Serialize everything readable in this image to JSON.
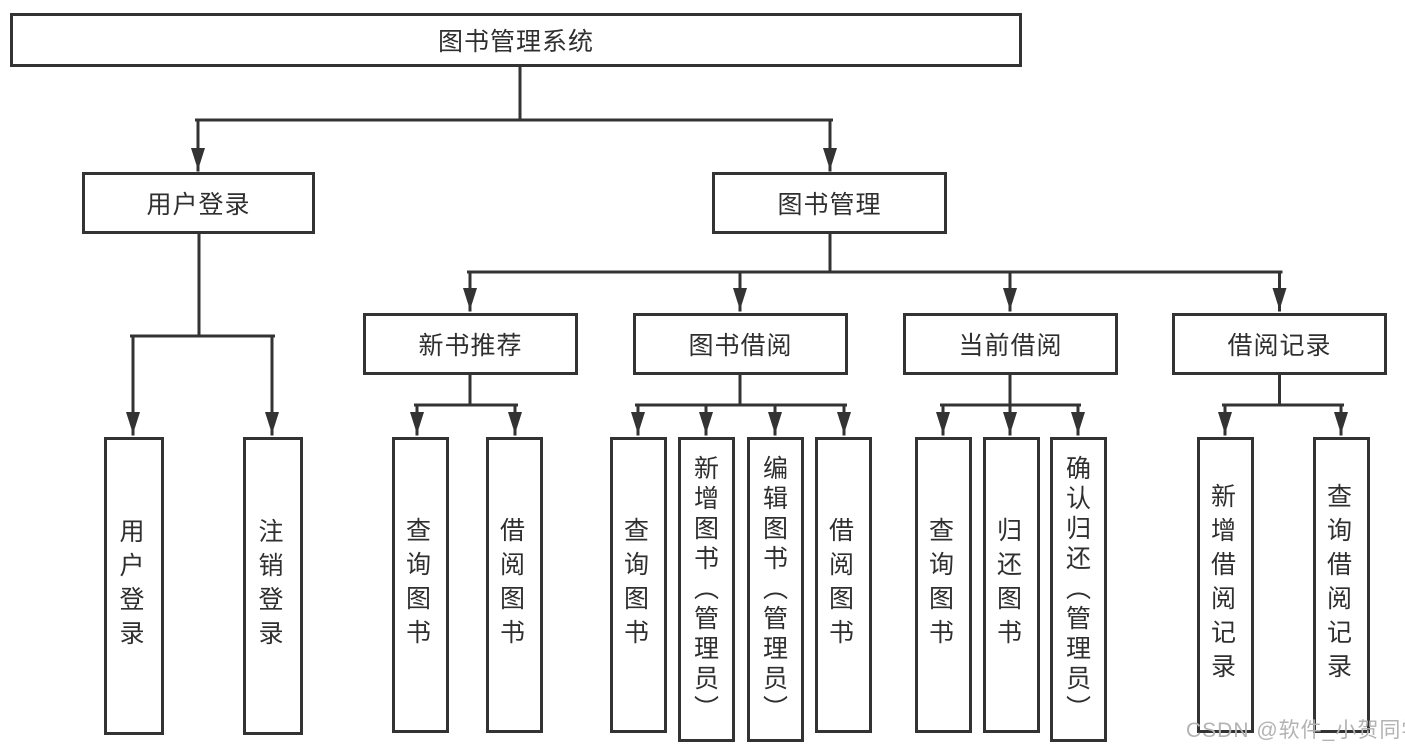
{
  "diagram": {
    "title": "图书管理系统",
    "nodes": {
      "root": {
        "label": "图书管理系统"
      },
      "user_login": {
        "label": "用户登录"
      },
      "book_mgmt": {
        "label": "图书管理"
      },
      "new_book_rec": {
        "label": "新书推荐"
      },
      "book_borrow": {
        "label": "图书借阅"
      },
      "current_borrow": {
        "label": "当前借阅"
      },
      "borrow_records": {
        "label": "借阅记录"
      },
      "leaf_user_login": {
        "label": "用户登录"
      },
      "leaf_logout": {
        "label": "注销登录"
      },
      "rec_query_book": {
        "label": "查询图书"
      },
      "rec_borrow_book": {
        "label": "借阅图书"
      },
      "bb_query_book": {
        "label": "查询图书"
      },
      "bb_add_book": {
        "label": "新增图书（管理员）"
      },
      "bb_edit_book": {
        "label": "编辑图书（管理员）"
      },
      "bb_borrow_book": {
        "label": "借阅图书"
      },
      "cb_query_book": {
        "label": "查询图书"
      },
      "cb_return_book": {
        "label": "归还图书"
      },
      "cb_confirm_return": {
        "label": "确认归还（管理员）"
      },
      "br_add_record": {
        "label": "新增借阅记录"
      },
      "br_query_record": {
        "label": "查询借阅记录"
      }
    }
  },
  "watermark": {
    "text": "CSDN @软件_小贺同学"
  },
  "colors": {
    "line": "#333333",
    "text": "#2f2f2f",
    "box_background": "#ffffff",
    "watermark": "#b3b3b3",
    "background": "#ffffff"
  }
}
